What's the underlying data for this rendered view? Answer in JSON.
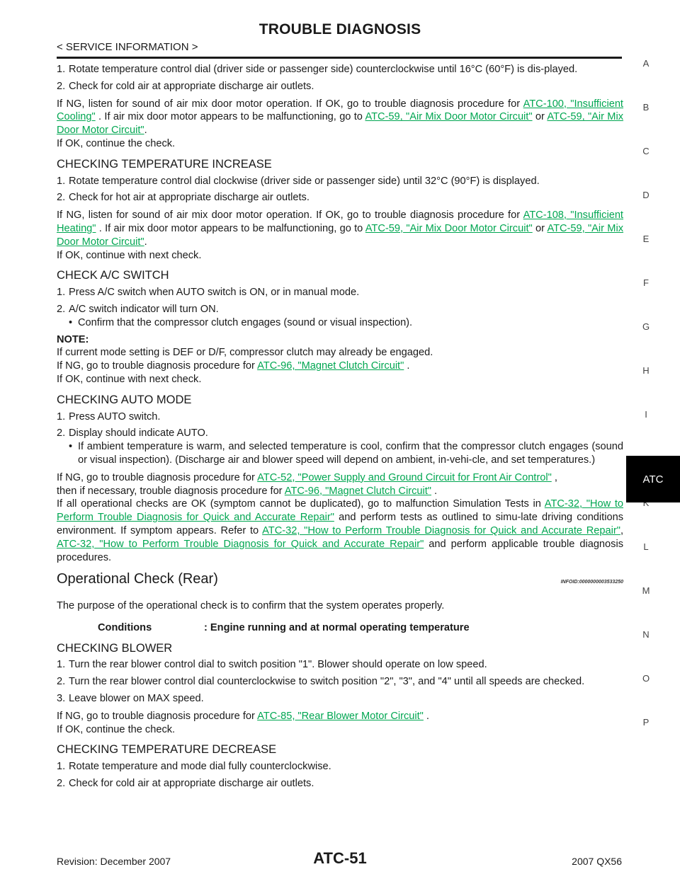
{
  "header": {
    "title": "TROUBLE DIAGNOSIS",
    "sub": "< SERVICE INFORMATION >"
  },
  "side_index": {
    "letters": [
      "A",
      "B",
      "C",
      "D",
      "E",
      "F",
      "G",
      "H",
      "I",
      "K",
      "L",
      "M",
      "N",
      "O",
      "P"
    ],
    "active_tab": "ATC"
  },
  "sec_decrease": {
    "item1": "Rotate temperature control dial (driver side or passenger side) counterclockwise until 16°C (60°F) is dis-played.",
    "item2": "Check for cold air at appropriate discharge air outlets.",
    "p1_a": "If NG, listen for sound of air mix door motor operation. If OK, go to trouble diagnosis procedure for ",
    "p1_link1": "ATC-100, \"Insufficient Cooling\"",
    "p1_b": " . If air mix door motor appears to be malfunctioning, go to ",
    "p1_link2": "ATC-59, \"Air Mix Door Motor Circuit\"",
    "p1_c": "  or ",
    "p1_link3": "ATC-59, \"Air Mix Door Motor Circuit\"",
    "p1_d": ".",
    "p2": "If OK, continue the check."
  },
  "sec_increase": {
    "heading": "CHECKING TEMPERATURE INCREASE",
    "item1": "Rotate temperature control dial clockwise (driver side or passenger side) until 32°C (90°F) is displayed.",
    "item2": "Check for hot air at appropriate discharge air outlets.",
    "p1_a": "If NG, listen for sound of air mix door motor operation. If OK, go to trouble diagnosis procedure for ",
    "p1_link1": "ATC-108, \"Insufficient Heating\"",
    "p1_b": " . If air mix door motor appears to be malfunctioning, go to ",
    "p1_link2": "ATC-59, \"Air Mix Door Motor Circuit\"",
    "p1_c": " or ",
    "p1_link3": "ATC-59, \"Air Mix Door Motor Circuit\"",
    "p1_d": ".",
    "p2": "If OK, continue with next check."
  },
  "sec_ac": {
    "heading": "CHECK A/C SWITCH",
    "item1": "Press A/C switch when AUTO switch is ON, or in manual mode.",
    "item2": "A/C switch indicator will turn ON.",
    "bullet1": "Confirm that the compressor clutch engages (sound or visual inspection).",
    "note_label": "NOTE:",
    "note_text": "If current mode setting is DEF or D/F, compressor clutch may already be engaged.",
    "p1_a": "If NG, go to trouble diagnosis procedure for ",
    "p1_link1": "ATC-96, \"Magnet Clutch Circuit\"",
    "p1_b": " .",
    "p2": "If OK, continue with next check."
  },
  "sec_auto": {
    "heading": "CHECKING AUTO MODE",
    "item1": "Press AUTO switch.",
    "item2": "Display should indicate AUTO.",
    "bullet1": "If ambient temperature is warm, and selected temperature is cool, confirm that the compressor clutch engages (sound or visual inspection). (Discharge air and blower speed will depend on ambient, in-vehi-cle, and set temperatures.)",
    "p1_a": "If NG, go to trouble diagnosis procedure for ",
    "p1_link1": "ATC-52, \"Power Supply and Ground Circuit for Front Air Control\"",
    "p1_b": " ,",
    "p2_a": "then if necessary, trouble diagnosis procedure for ",
    "p2_link1": "ATC-96, \"Magnet Clutch Circuit\"",
    "p2_b": " .",
    "p3_a": "If all operational checks are OK (symptom cannot be duplicated), go to malfunction Simulation Tests in ",
    "p3_link1": "ATC-32, \"How to Perform Trouble Diagnosis for Quick and Accurate Repair\"",
    "p3_b": "  and perform tests as outlined to simu-late driving conditions environment. If symptom appears. Refer to ",
    "p3_link2": "ATC-32, \"How to Perform Trouble Diagnosis for Quick and Accurate Repair\"",
    "p3_c": ", ",
    "p3_link3": "ATC-32, \"How to Perform Trouble Diagnosis for Quick and Accurate Repair\"",
    "p3_d": " and perform applicable trouble diagnosis procedures."
  },
  "sec_rear": {
    "heading": "Operational Check (Rear)",
    "infoid": "INFOID:0000000003533250",
    "intro": "The purpose of the operational check is to confirm that the system operates properly.",
    "cond_key": "Conditions",
    "cond_val": ": Engine running and at normal operating temperature"
  },
  "sec_blower": {
    "heading": "CHECKING BLOWER",
    "item1": "Turn the rear blower control dial to switch position \"1\". Blower should operate on low speed.",
    "item2": "Turn the rear blower control dial counterclockwise to switch position \"2\", \"3\", and \"4\" until all speeds are checked.",
    "item3": "Leave blower on MAX speed.",
    "p1_a": "If NG, go to trouble diagnosis procedure for ",
    "p1_link1": "ATC-85, \"Rear Blower Motor Circuit\"",
    "p1_b": " .",
    "p2": "If OK, continue the check."
  },
  "sec_rear_decrease": {
    "heading": "CHECKING TEMPERATURE DECREASE",
    "item1": "Rotate temperature and mode dial fully counterclockwise.",
    "item2": "Check for cold air at appropriate discharge air outlets."
  },
  "footer": {
    "revision": "Revision: December 2007",
    "page": "ATC-51",
    "model": "2007 QX56"
  }
}
